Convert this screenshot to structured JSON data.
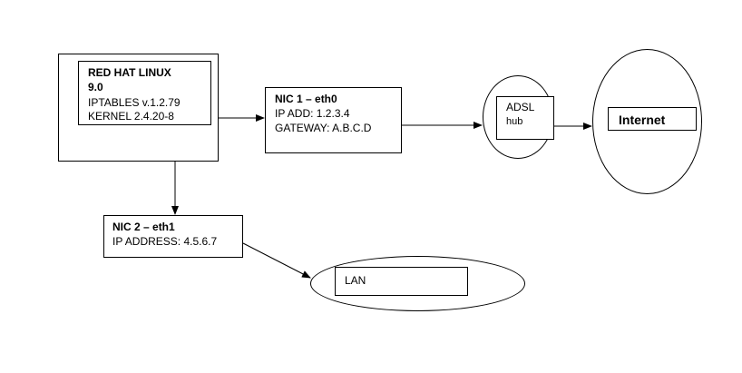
{
  "server": {
    "title_line1": "RED HAT LINUX",
    "title_line2": "9.0",
    "iptables": "IPTABLES v.1.2.79",
    "kernel": "KERNEL 2.4.20-8"
  },
  "nic1": {
    "title": "NIC 1 – eth0",
    "ip": "IP ADD: 1.2.3.4",
    "gateway": "GATEWAY: A.B.C.D"
  },
  "nic2": {
    "title": "NIC 2 – eth1",
    "ip": "IP ADDRESS: 4.5.6.7"
  },
  "adsl": {
    "line1": "ADSL",
    "line2": "hub"
  },
  "internet": {
    "label": "Internet"
  },
  "lan": {
    "label": "LAN"
  }
}
